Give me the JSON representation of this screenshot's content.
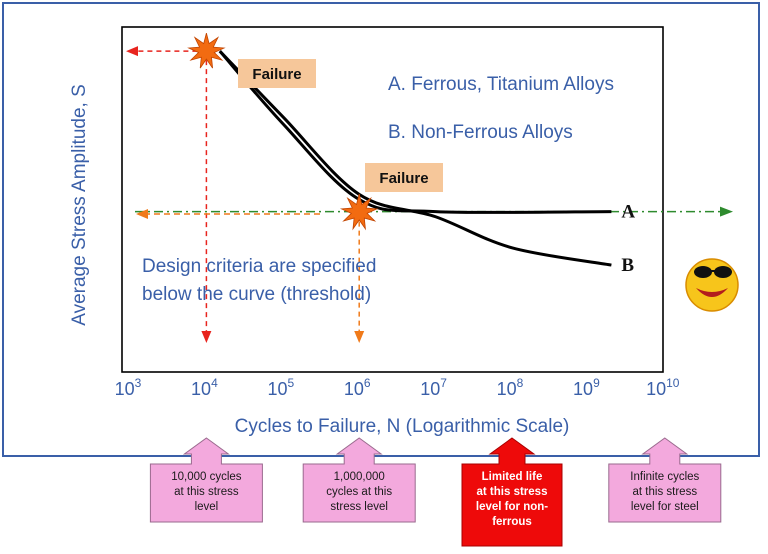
{
  "chart_data": {
    "type": "line",
    "xlabel": "Cycles to Failure, N (Logarithmic Scale)",
    "ylabel": "Average Stress Amplitude, S",
    "x_scale": "log",
    "x_ticks": [
      {
        "base": "10",
        "exp": "3"
      },
      {
        "base": "10",
        "exp": "4"
      },
      {
        "base": "10",
        "exp": "5"
      },
      {
        "base": "10",
        "exp": "6"
      },
      {
        "base": "10",
        "exp": "7"
      },
      {
        "base": "10",
        "exp": "8"
      },
      {
        "base": "10",
        "exp": "9"
      },
      {
        "base": "10",
        "exp": "10"
      }
    ],
    "xlim": [
      1000,
      10000000000
    ],
    "series": [
      {
        "name": "A",
        "x": [
          15000,
          100000,
          1000000,
          10000000,
          2000000000
        ],
        "y": [
          0.93,
          0.72,
          0.5,
          0.465,
          0.465
        ]
      },
      {
        "name": "B",
        "x": [
          15000,
          100000,
          1000000,
          10000000,
          100000000,
          2000000000
        ],
        "y": [
          0.93,
          0.74,
          0.515,
          0.45,
          0.36,
          0.31
        ]
      }
    ],
    "legend": {
      "A": "A. Ferrous, Titanium Alloys",
      "B": "B. Non-Ferrous Alloys"
    },
    "annotations": {
      "failure_1": "Failure",
      "failure_2": "Failure",
      "design_line1": "Design criteria are specified",
      "design_line2": "below the curve (threshold)"
    },
    "colors": {
      "curve": "#000000",
      "text_blue": "#3a5fa8",
      "failure_box": "#f6c79a",
      "red_arrow": "#e8241e",
      "orange_arrow": "#f07a1a",
      "green_line": "#2e8b2e",
      "callout_pink": "#f3a9dd",
      "callout_red": "#ee0a0a"
    }
  },
  "callouts": [
    {
      "lines": [
        "10,000 cycles",
        "at this stress",
        "level"
      ],
      "style": "pink"
    },
    {
      "lines": [
        "1,000,000",
        "cycles at this",
        "stress level"
      ],
      "style": "pink"
    },
    {
      "lines": [
        "Limited life",
        "at this stress",
        "level for non-",
        "ferrous"
      ],
      "style": "red"
    },
    {
      "lines": [
        "Infinite cycles",
        "at this stress",
        "level for steel"
      ],
      "style": "pink"
    }
  ]
}
